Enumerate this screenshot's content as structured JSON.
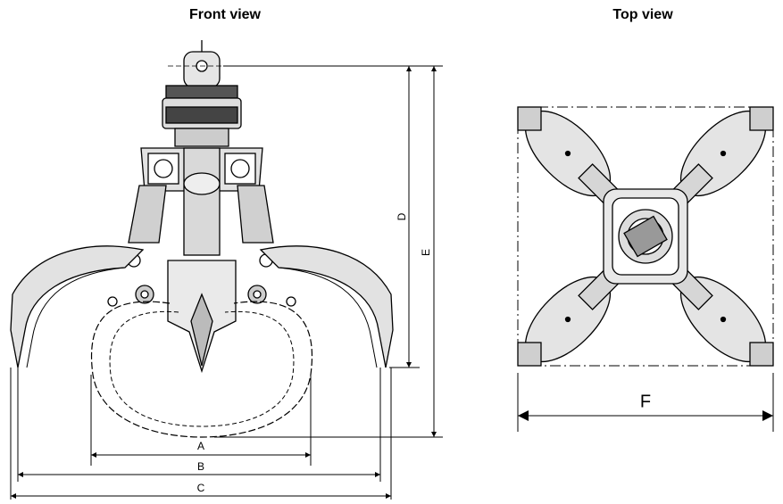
{
  "front_view": {
    "title": "Front view",
    "dimensions": {
      "a": "A",
      "b": "B",
      "c": "C",
      "d": "D",
      "e": "E"
    }
  },
  "top_view": {
    "title": "Top view",
    "dimensions": {
      "f": "F"
    }
  }
}
